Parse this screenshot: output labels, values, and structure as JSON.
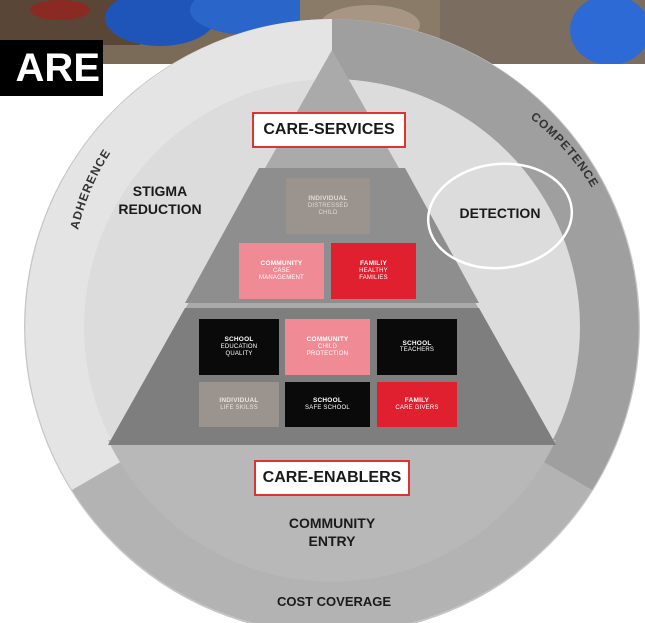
{
  "banner": {
    "text": "ARE"
  },
  "arcs": {
    "left": "ADHERENCE",
    "right": "COMPETENCE"
  },
  "zones": {
    "left_line1": "STIGMA",
    "left_line2": "REDUCTION",
    "right": "DETECTION",
    "bottom_line1": "COMMUNITY",
    "bottom_line2": "ENTRY",
    "footer": "COST COVERAGE"
  },
  "boxes": {
    "top": "CARE-SERVICES",
    "bottom": "CARE-ENABLERS"
  },
  "tiles": [
    {
      "id": "individual-distressed",
      "title": "INDIVIDUAL",
      "sub1": "DISTRESSED",
      "sub2": "CHILD",
      "bg": "#9b938e",
      "fg": "#e0dad6"
    },
    {
      "id": "community-case",
      "title": "COMMUNITY",
      "sub1": "CASE",
      "sub2": "MANAGEMENT",
      "bg": "#f08a94",
      "fg": "#ffffff"
    },
    {
      "id": "family-healthy",
      "title": "FAMILIY",
      "sub1": "HEALTHY",
      "sub2": "FAMILIES",
      "bg": "#e0202e",
      "fg": "#ffffff"
    },
    {
      "id": "school-education",
      "title": "SCHOOL",
      "sub1": "EDUCATION",
      "sub2": "QUALITY",
      "bg": "#0a0a0a",
      "fg": "#ffffff"
    },
    {
      "id": "community-child",
      "title": "COMMUNITY",
      "sub1": "CHILD",
      "sub2": "PROTECTION",
      "bg": "#f08a94",
      "fg": "#ffffff"
    },
    {
      "id": "school-teachers",
      "title": "SCHOOL",
      "sub1": "TEACHERS",
      "sub2": "",
      "bg": "#0a0a0a",
      "fg": "#ffffff"
    },
    {
      "id": "individual-life",
      "title": "INDIVIDUAL",
      "sub1": "LIFE SKILSS",
      "sub2": "",
      "bg": "#9b938e",
      "fg": "#e8e3e0"
    },
    {
      "id": "school-safe",
      "title": "SCHOOL",
      "sub1": "SAFE SCHOOL",
      "sub2": "",
      "bg": "#0a0a0a",
      "fg": "#ffffff"
    },
    {
      "id": "family-care",
      "title": "FAMILY",
      "sub1": "CARE GIVERS",
      "sub2": "",
      "bg": "#e0202e",
      "fg": "#ffffff"
    }
  ]
}
